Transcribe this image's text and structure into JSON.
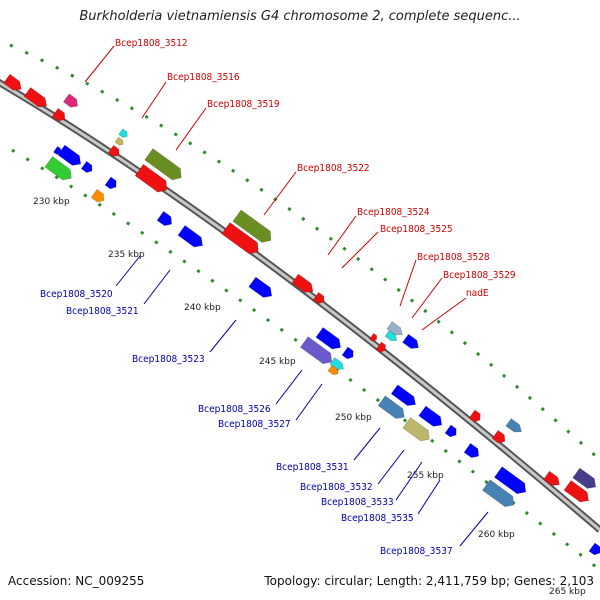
{
  "title": "Burkholderia vietnamiensis G4 chromosome 2, complete sequenc...",
  "footer": {
    "accession": "Accession: NC_009255",
    "info": "Topology: circular; Length: 2,411,759 bp; Genes: 2,103"
  },
  "colors": {
    "forward_label": "#cc0000",
    "reverse_label": "#0000aa",
    "backbone": "#8c8c8c",
    "dots": "#228b22"
  },
  "ticks": [
    "230 kbp",
    "235 kbp",
    "240 kbp",
    "245 kbp",
    "250 kbp",
    "255 kbp",
    "260 kbp",
    "265 kbp"
  ],
  "top_labels": [
    "Bcep1808_3512",
    "Bcep1808_3516",
    "Bcep1808_3519",
    "Bcep1808_3522",
    "Bcep1808_3524",
    "Bcep1808_3525",
    "Bcep1808_3528",
    "Bcep1808_3529",
    "nadE"
  ],
  "bottom_labels": [
    "Bcep1808_3520",
    "Bcep1808_3521",
    "Bcep1808_3523",
    "Bcep1808_3526",
    "Bcep1808_3527",
    "Bcep1808_3531",
    "Bcep1808_3532",
    "Bcep1808_3533",
    "Bcep1808_3535",
    "Bcep1808_3537"
  ]
}
